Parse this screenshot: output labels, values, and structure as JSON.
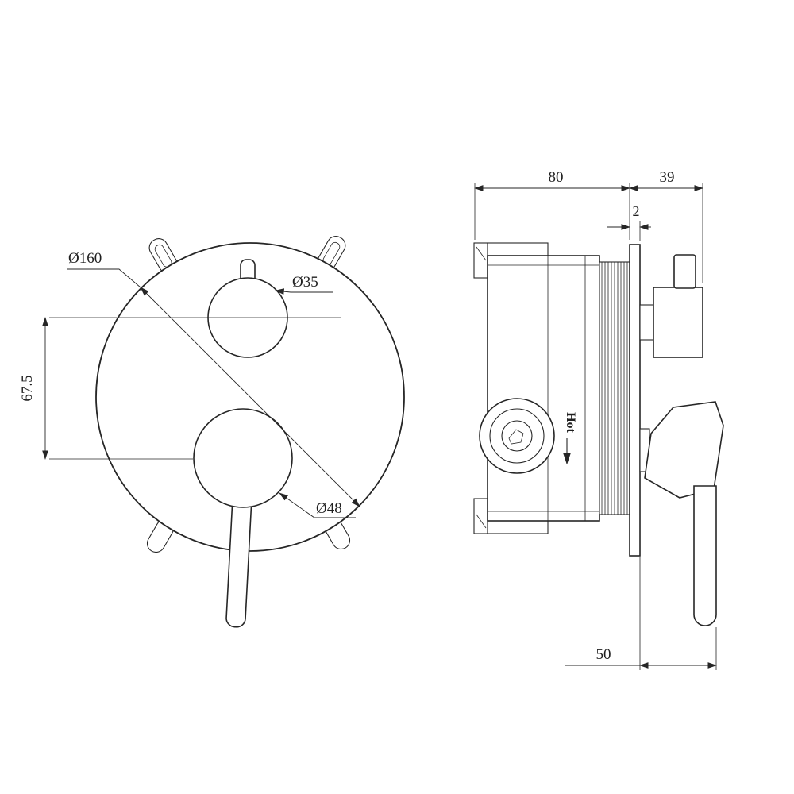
{
  "page": {
    "background_color": "#ffffff",
    "line_color": "#262626"
  },
  "front_view": {
    "labels": {
      "plate_diameter": "Ø160",
      "top_knob_diameter": "Ø35",
      "bottom_knob_diameter": "Ø48",
      "knob_center_spacing": "67.5"
    }
  },
  "side_view": {
    "labels": {
      "body_depth": "80",
      "handle_projection": "39",
      "plate_thickness": "2",
      "lever_offset": "50",
      "hot_indicator": "Hot"
    }
  }
}
